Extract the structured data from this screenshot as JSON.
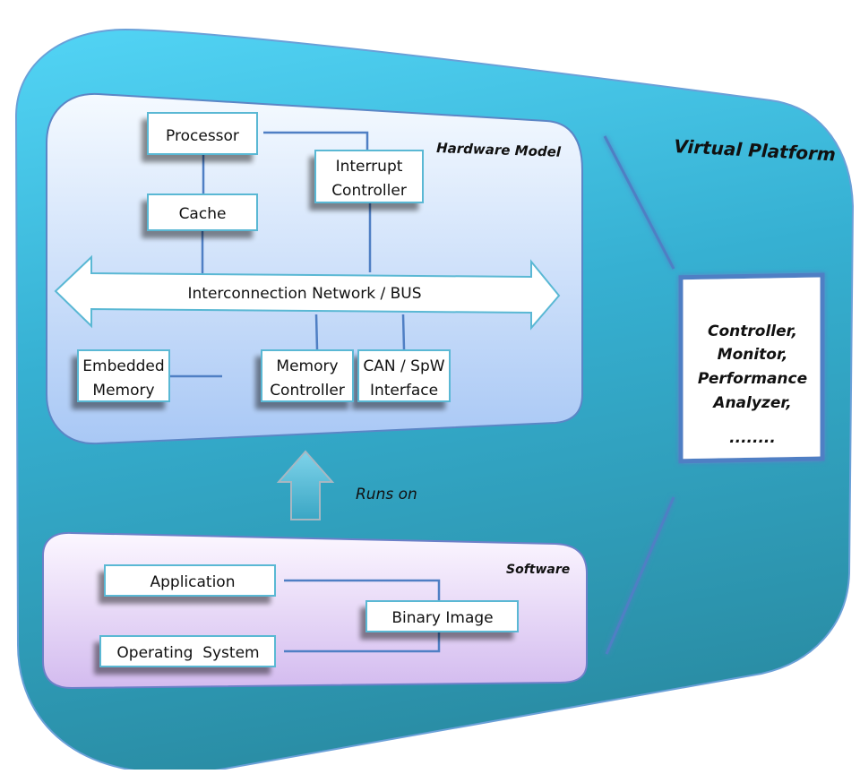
{
  "diagram": {
    "platform": {
      "title": "Virtual Platform",
      "color_top": "#4fd2f4",
      "color_bottom": "#2a8fa8"
    },
    "hardware": {
      "title": "Hardware Model",
      "blocks": {
        "processor": "Processor",
        "interrupt_line1": "Interrupt",
        "interrupt_line2": "Controller",
        "cache": "Cache",
        "embedded_line1": "Embedded",
        "embedded_line2": "Memory",
        "memctrl_line1": "Memory",
        "memctrl_line2": "Controller",
        "can_line1": "CAN / SpW",
        "can_line2": "Interface"
      },
      "bus_label": "Interconnection Network / BUS"
    },
    "relation": {
      "label": "Runs on"
    },
    "software": {
      "title": "Software",
      "blocks": {
        "application": "Application",
        "os": "Operating  System",
        "binary": "Binary Image"
      }
    },
    "tools": {
      "lines": [
        "Controller,",
        "Monitor,",
        "Performance",
        "Analyzer,",
        "........"
      ]
    },
    "colors": {
      "line": "#4f7fc4",
      "box_border": "#5ab8d4",
      "hw_panel_top": "#f4f9fe",
      "hw_panel_bottom": "#a9c9f5",
      "sw_panel_top": "#fbf6fe",
      "sw_panel_bottom": "#d4bdf0"
    }
  }
}
